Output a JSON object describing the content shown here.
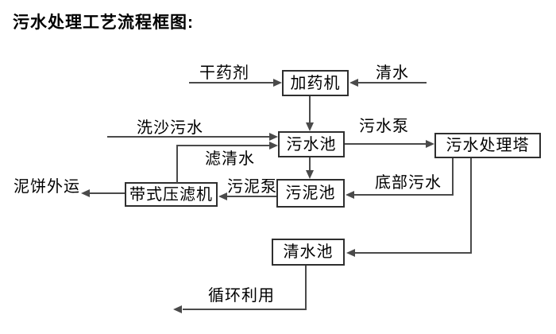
{
  "title": "污水处理工艺流程框图:",
  "nodes": {
    "dosing_machine": "加药机",
    "sewage_pool": "污水池",
    "treatment_tower": "污水处理塔",
    "sludge_pool": "污泥池",
    "belt_filter_press": "带式压滤机",
    "clean_water_pool": "清水池"
  },
  "flow_labels": {
    "dry_agent": "干药剂",
    "clean_water": "清水",
    "sand_washing_sewage": "洗沙污水",
    "sewage_pump": "污水泵",
    "filtered_water": "滤清水",
    "sludge_pump": "污泥泵",
    "bottom_sewage": "底部污水",
    "mud_cake_out": "泥饼外运",
    "recycle_use": "循环利用"
  },
  "edges": [
    {
      "from": "干药剂",
      "to": "加药机",
      "label": "干药剂"
    },
    {
      "from": "清水",
      "to": "加药机",
      "label": "清水"
    },
    {
      "from": "加药机",
      "to": "污水池",
      "label": ""
    },
    {
      "from": "洗沙污水",
      "to": "污水池",
      "label": "洗沙污水"
    },
    {
      "from": "带式压滤机",
      "to": "污水池",
      "label": "滤清水"
    },
    {
      "from": "污水池",
      "to": "污水处理塔",
      "label": "污水泵"
    },
    {
      "from": "污水池",
      "to": "污泥池",
      "label": ""
    },
    {
      "from": "污水处理塔",
      "to": "污泥池",
      "label": "底部污水"
    },
    {
      "from": "污泥池",
      "to": "带式压滤机",
      "label": "污泥泵"
    },
    {
      "from": "带式压滤机",
      "to": "泥饼外运",
      "label": "泥饼外运"
    },
    {
      "from": "污水处理塔",
      "to": "清水池",
      "label": ""
    },
    {
      "from": "清水池",
      "to": "循环利用",
      "label": "循环利用"
    }
  ],
  "colors": {
    "background": "#ffffff",
    "line": "#4a4a4a",
    "box_border": "#2f2f2f",
    "text": "#000000"
  }
}
